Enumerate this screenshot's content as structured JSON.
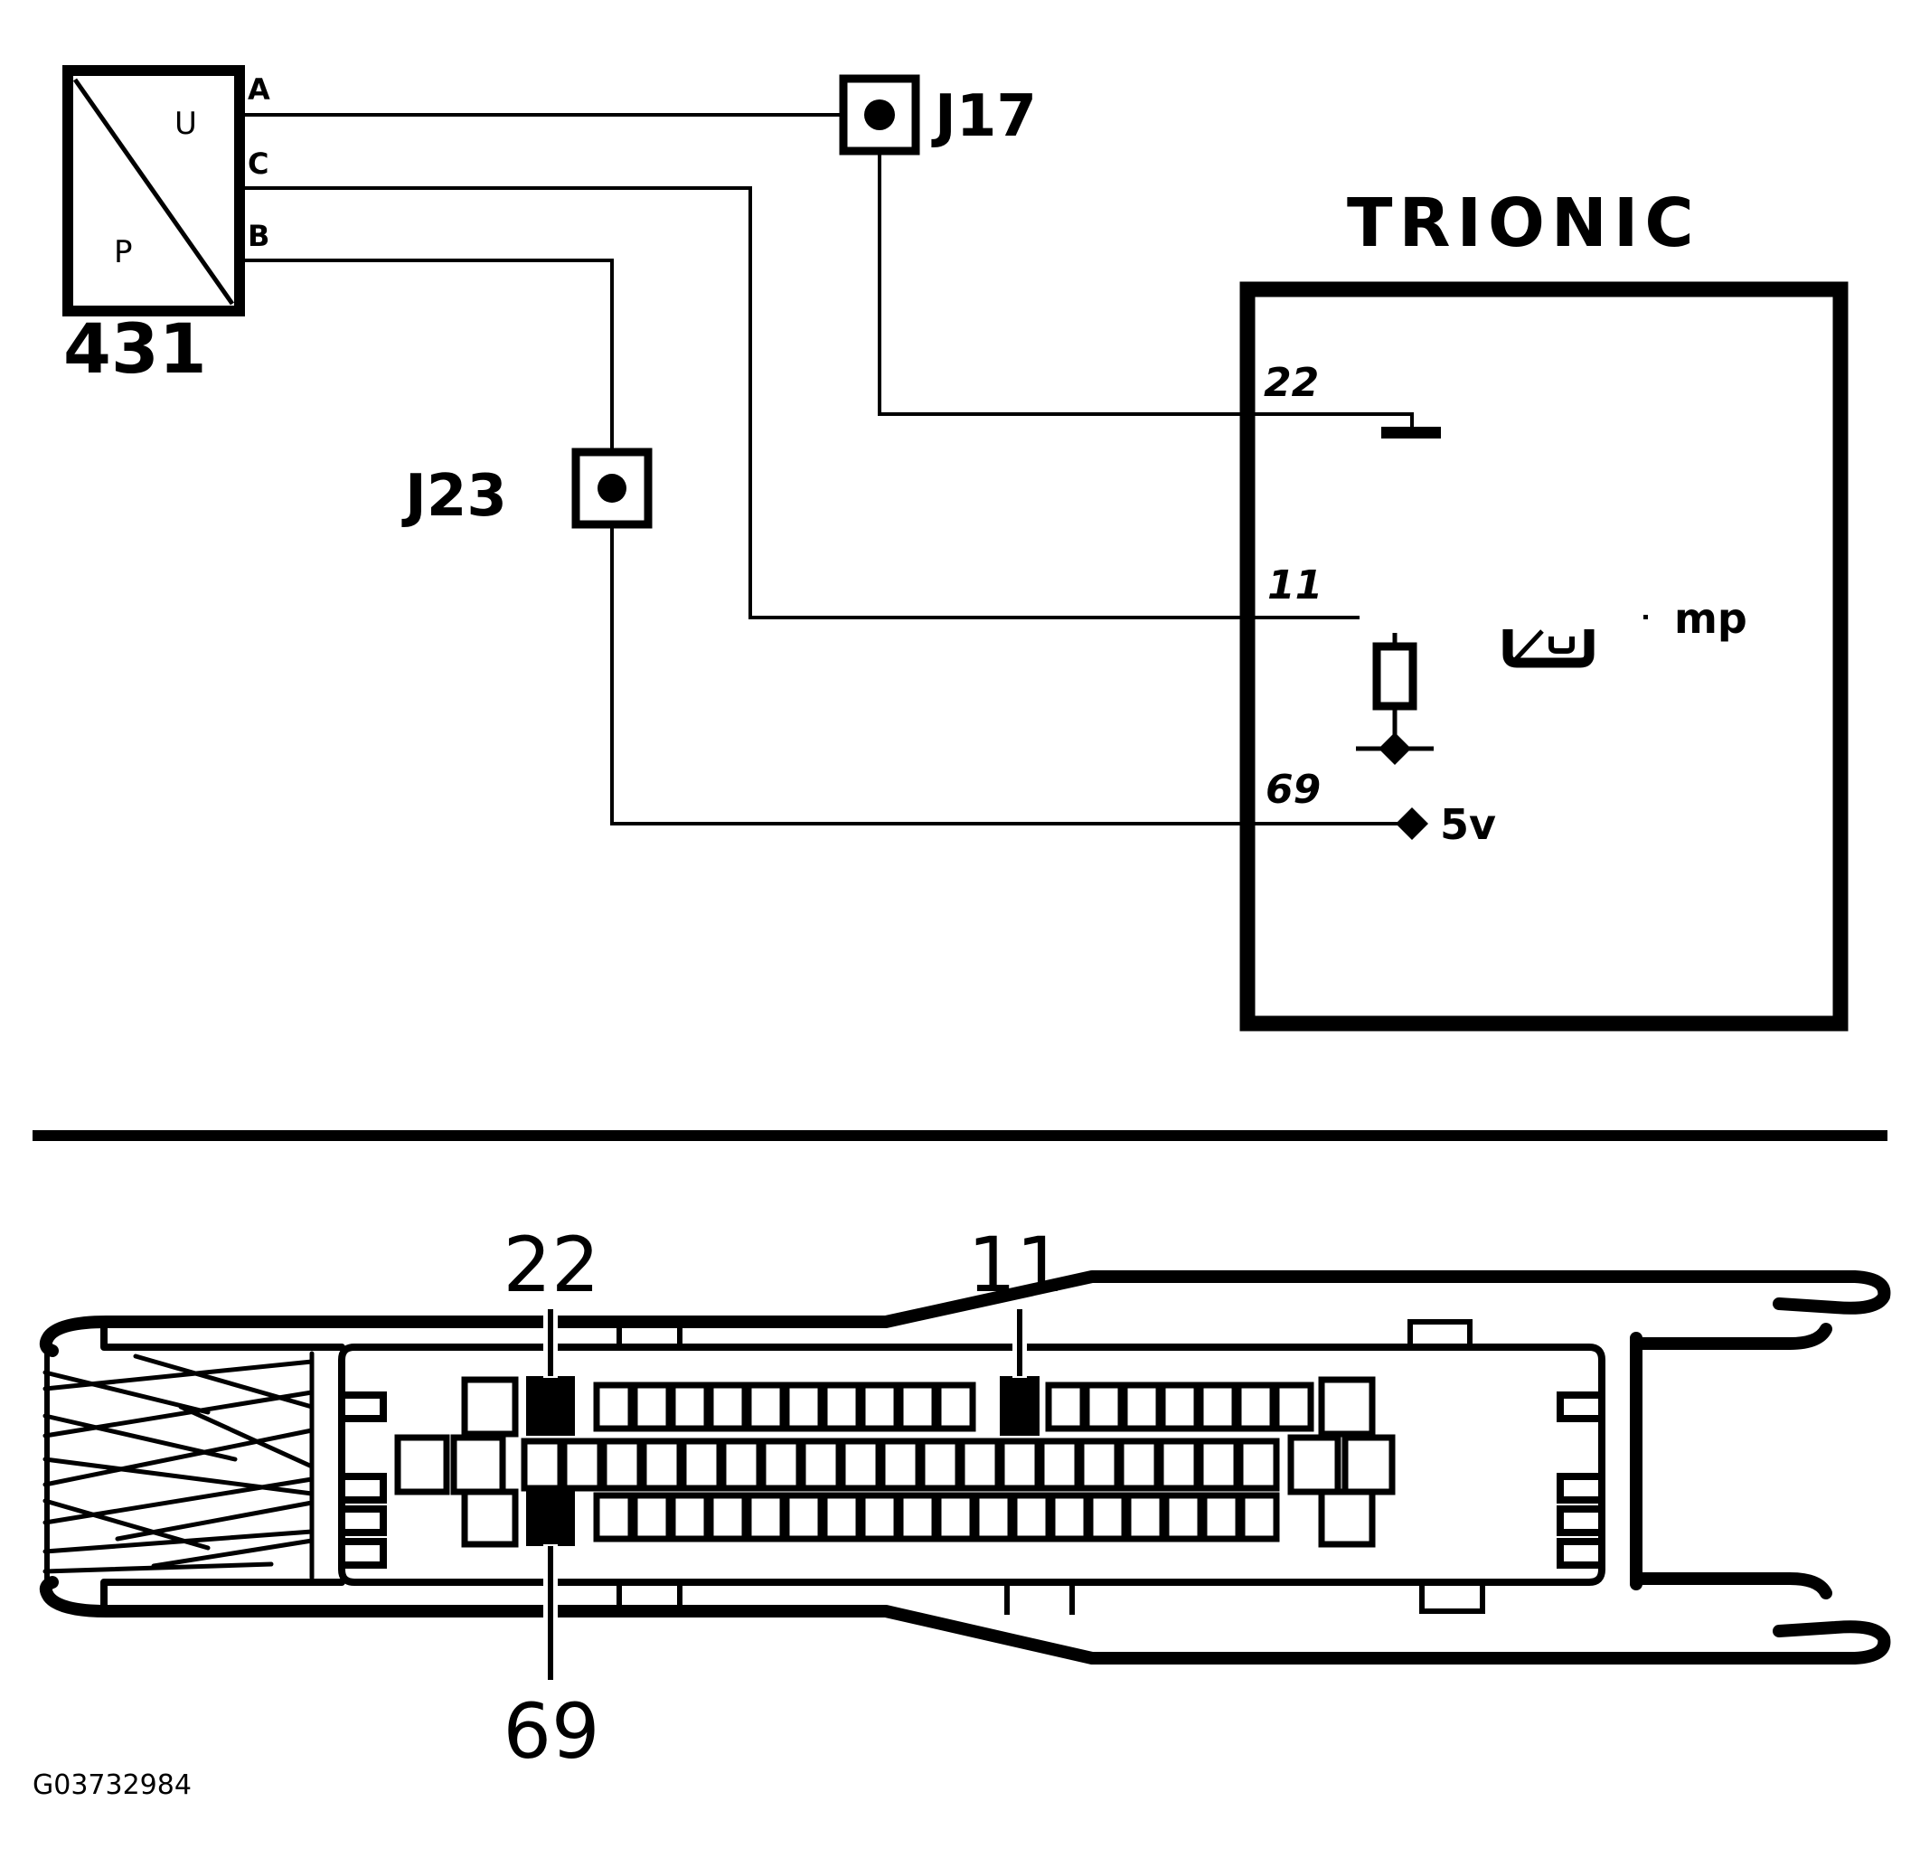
{
  "figure_id": "G03732984",
  "colors": {
    "ink": "#000000",
    "background": "#ffffff"
  },
  "schematic": {
    "sensor": {
      "id": "431",
      "symbol_top": "U",
      "symbol_bottom": "P",
      "pins": [
        "A",
        "C",
        "B"
      ]
    },
    "junctions": [
      {
        "label": "J17"
      },
      {
        "label": "J23"
      }
    ],
    "ecu": {
      "title": "TRIONIC",
      "pin_22": "22",
      "pin_11": "11",
      "pin_69": "69",
      "supply_label": "5v",
      "internal_label": "mp"
    }
  },
  "connector_view": {
    "callout_22": "22",
    "callout_11": "11",
    "callout_69": "69"
  }
}
